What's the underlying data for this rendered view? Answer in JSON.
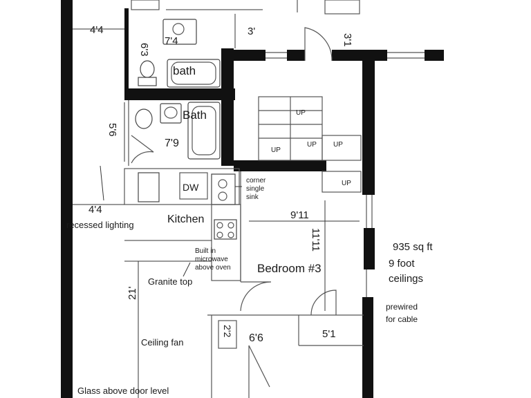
{
  "labels": {
    "dim_4_4_top": "4'4",
    "dim_7_4": "7'4",
    "dim_3": "3'",
    "dim_3_1": "3'1",
    "dim_6_3": "6'3",
    "bath_upper": "bath",
    "bath_lower": "Bath",
    "dim_5_6": "5'6",
    "dim_7_9": "7'9",
    "dw": "DW",
    "sink_line1": "corner",
    "sink_line2": "single",
    "sink_line3": "sink",
    "dim_4_4_mid": "4'4",
    "recessed": "recessed lighting",
    "kitchen": "Kitchen",
    "dim_9_11": "9'11",
    "dim_11_11": "11'11",
    "microwave_line1": "Built in",
    "microwave_line2": "microwave",
    "microwave_line3": "above oven",
    "granite": "Granite top",
    "bedroom": "Bedroom #3",
    "sqft": "935 sq ft",
    "ceil_line1": "9 foot",
    "ceil_line2": "ceilings",
    "prewired_line1": "prewired",
    "prewired_line2": "for cable",
    "dim_21": "21'",
    "dim_2_2": "2'2",
    "dim_6_6": "6'6",
    "dim_5_1": "5'1",
    "ceiling_fan": "Ceiling fan",
    "glass": "Glass above door level",
    "up1": "UP",
    "up2": "UP",
    "up3": "UP",
    "up4": "UP",
    "up5": "UP"
  }
}
